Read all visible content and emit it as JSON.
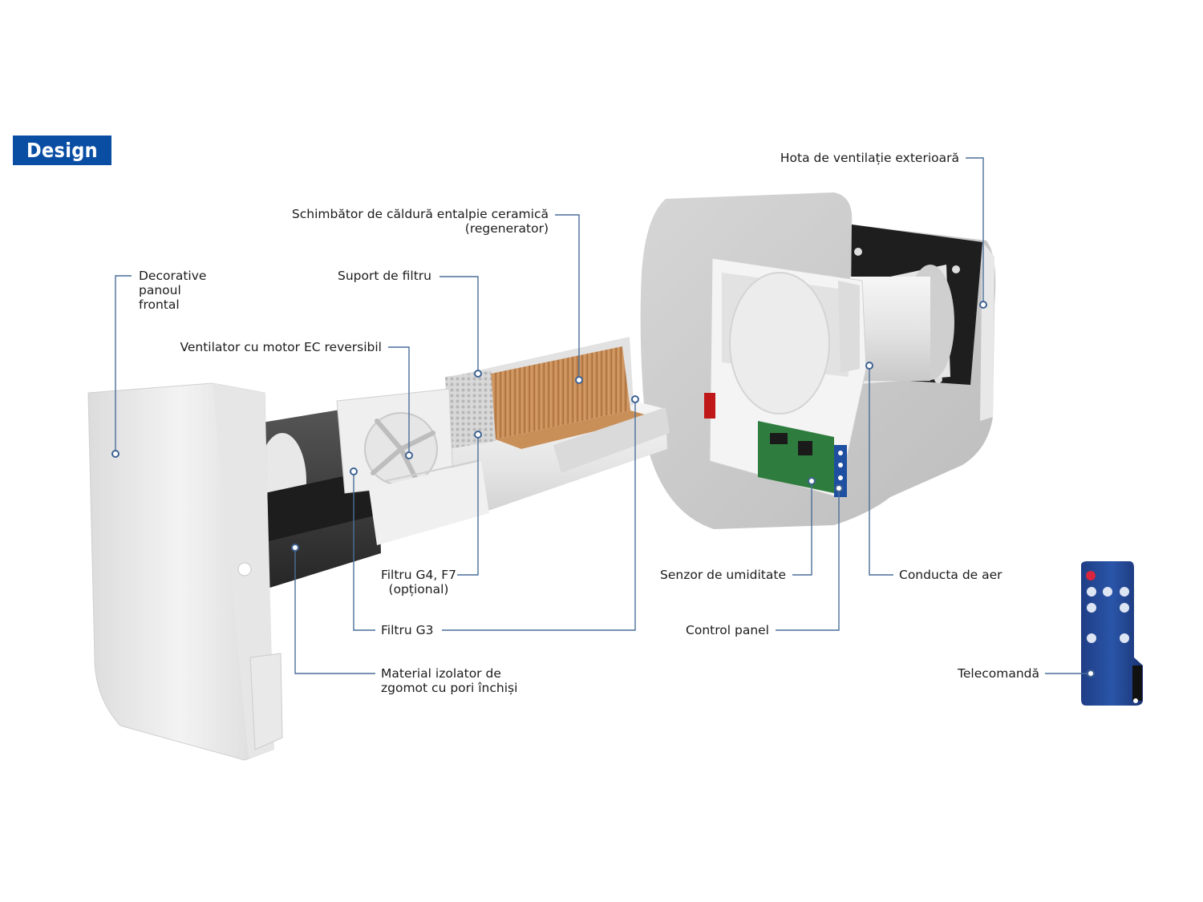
{
  "badge": "Design",
  "accent_color": "#0a4ea4",
  "leader_color": "#4a6f9a",
  "labels": {
    "outdoor_hood": "Hota de ventilație exterioară",
    "heat_exchanger_line1": "Schimbător de căldură entalpie ceramică",
    "heat_exchanger_line2": "(regenerator)",
    "front_panel_line1": "Decorative",
    "front_panel_line2": "panoul",
    "front_panel_line3": "frontal",
    "filter_holder": "Suport de filtru",
    "fan": "Ventilator cu motor EC reversibil",
    "filter_g4_f7_line1": "Filtru G4, F7",
    "filter_g4_f7_line2": "(opțional)",
    "filter_g3": "Filtru G3",
    "insulation_line1": "Material izolator de",
    "insulation_line2": "zgomot cu pori închiși",
    "humidity_sensor": "Senzor de umiditate",
    "control_panel": "Control panel",
    "air_duct": "Conducta de aer",
    "remote": "Telecomandă"
  }
}
